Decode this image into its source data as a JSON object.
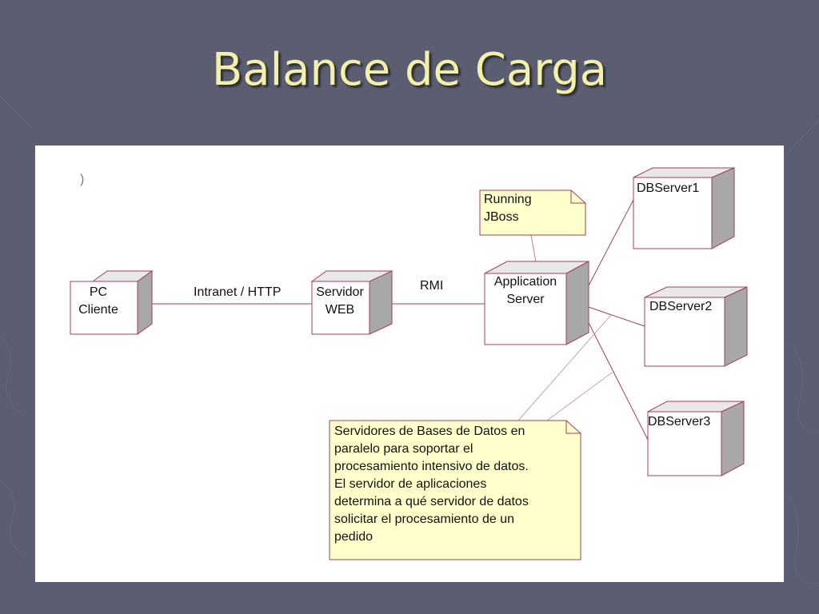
{
  "slide": {
    "title": "Balance de Carga"
  },
  "diagram": {
    "corner_mark": ")",
    "nodes": {
      "pc_cliente": [
        "PC",
        "Cliente"
      ],
      "servidor_web": [
        "Servidor",
        "WEB"
      ],
      "application_server": [
        "Application",
        "Server"
      ],
      "dbserver1": "DBServer1",
      "dbserver2": "DBServer2",
      "dbserver3": "DBServer3"
    },
    "connections": {
      "intranet": "Intranet / HTTP",
      "rmi": "RMI"
    },
    "notes": {
      "running": [
        "Running",
        "JBoss"
      ],
      "databases": [
        "Servidores de Bases de Datos en",
        "paralelo para soportar el",
        "procesamiento intensivo de datos.",
        "El servidor de aplicaciones",
        "determina a qué servidor de datos",
        "solicitar el procesamiento de un",
        "pedido"
      ]
    }
  },
  "colors": {
    "background": "#5a5e70",
    "title": "#f4f0a6",
    "node_border": "#a0405a",
    "node_side": "#a8a8a8",
    "note_fill": "#ffffcc"
  }
}
